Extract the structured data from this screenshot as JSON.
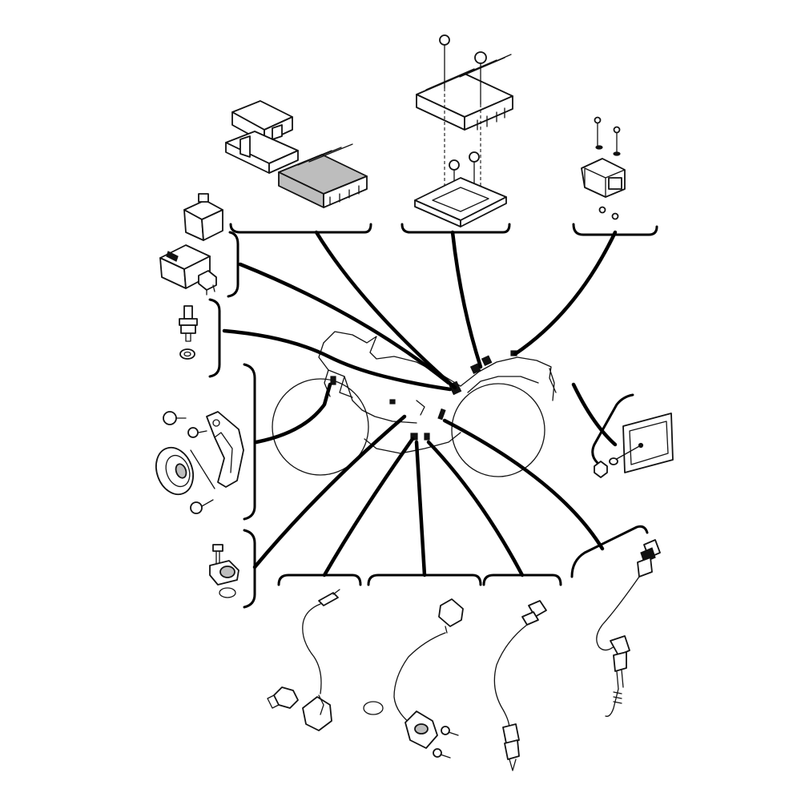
{
  "diagram": {
    "colors": {
      "line": "#111111",
      "highlight": "#bdbdbd",
      "background": "#ffffff"
    },
    "motorcycle": {
      "icon": "motorcycle-outline-icon"
    },
    "components": [
      {
        "id": "cdi-unit",
        "icon": "cdi-unit-icon"
      },
      {
        "id": "rectifier-regulator",
        "icon": "rectifier-regulator-icon"
      },
      {
        "id": "lean-angle-sensor",
        "icon": "lean-angle-sensor-icon"
      },
      {
        "id": "relay",
        "icon": "relay-icon"
      },
      {
        "id": "temperature-sensor",
        "icon": "temperature-sensor-icon"
      },
      {
        "id": "horn",
        "icon": "horn-icon"
      },
      {
        "id": "neutral-switch",
        "icon": "neutral-switch-icon"
      },
      {
        "id": "reflector",
        "icon": "reflector-icon"
      },
      {
        "id": "oil-pressure-switch",
        "icon": "pressure-switch-icon"
      },
      {
        "id": "speed-sensor",
        "icon": "speed-sensor-icon"
      },
      {
        "id": "oxygen-sensor",
        "icon": "oxygen-sensor-icon"
      },
      {
        "id": "brake-light-switch",
        "icon": "brake-switch-icon"
      }
    ]
  }
}
